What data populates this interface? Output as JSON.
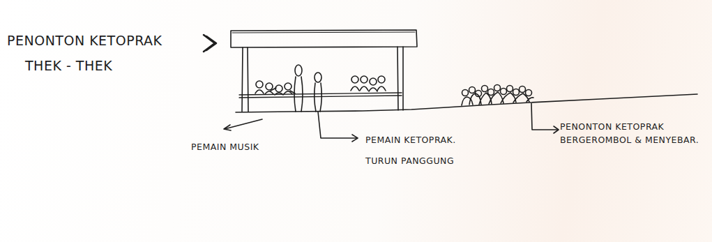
{
  "diagram": {
    "title": "PENONTON KETOPRAK THEK - THEK",
    "labels": [
      "PEMAIN MUSIK",
      "PEMAIN KETOPRAK. TURUN PANGGUNG",
      "PENONTON KETOPRAK BERGEROMBOL & MENYEBAR."
    ]
  }
}
